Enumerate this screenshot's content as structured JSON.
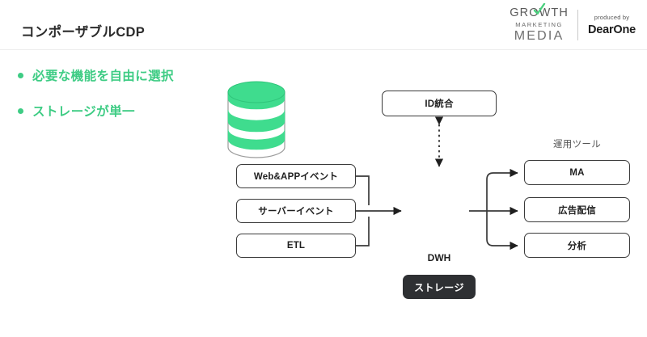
{
  "header": {
    "title": "コンポーザブルCDP",
    "logo": {
      "line1": "GROWTH",
      "line2": "MARKETING",
      "line3": "MEDIA",
      "check_icon": "check-icon"
    },
    "partner": {
      "produced_by": "produced by",
      "name": "DearOne"
    }
  },
  "bullets": [
    {
      "text": "必要な機能を自由に選択"
    },
    {
      "text": "ストレージが単一"
    }
  ],
  "diagram": {
    "sources": [
      {
        "label": "Web&APPイベント"
      },
      {
        "label": "サーバーイベント"
      },
      {
        "label": "ETL"
      }
    ],
    "id_unification": {
      "label": "ID統合"
    },
    "store": {
      "label": "DWH",
      "badge": "ストレージ",
      "icon": "database-cylinder-icon"
    },
    "tools_label": "運用ツール",
    "tools": [
      {
        "label": "MA"
      },
      {
        "label": "広告配信"
      },
      {
        "label": "分析"
      }
    ]
  },
  "colors": {
    "accent_green": "#3ecc84",
    "cylinder_green": "#3fdc8e",
    "badge_dark": "#2e3033",
    "line": "#3a3a3a"
  }
}
